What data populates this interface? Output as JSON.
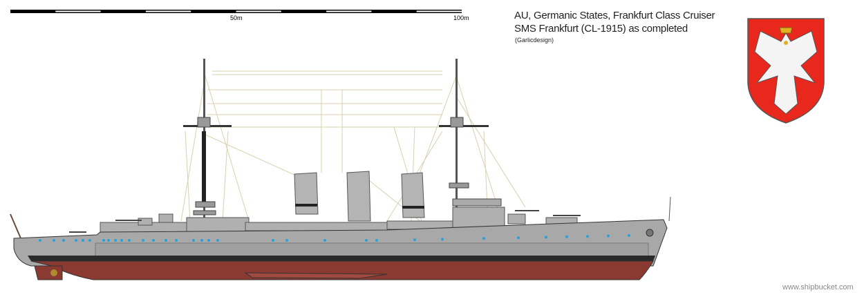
{
  "scale_bar": {
    "label_mid": "50m",
    "label_end": "100m",
    "segments": 10
  },
  "title": {
    "line1": "AU, Germanic States, Frankfurt Class Cruiser",
    "line2": "SMS Frankfurt (CL-1915) as completed",
    "credit": "(Garlicdesign)"
  },
  "watermark": "www.shipbucket.com",
  "colors": {
    "hull_gray": "#a8a8a8",
    "hull_red": "#8b3a32",
    "boot_top": "#2a2a2a",
    "rigging": "#d8d0b0",
    "shield_red": "#e8281c",
    "porthole": "#2aa0d8"
  }
}
